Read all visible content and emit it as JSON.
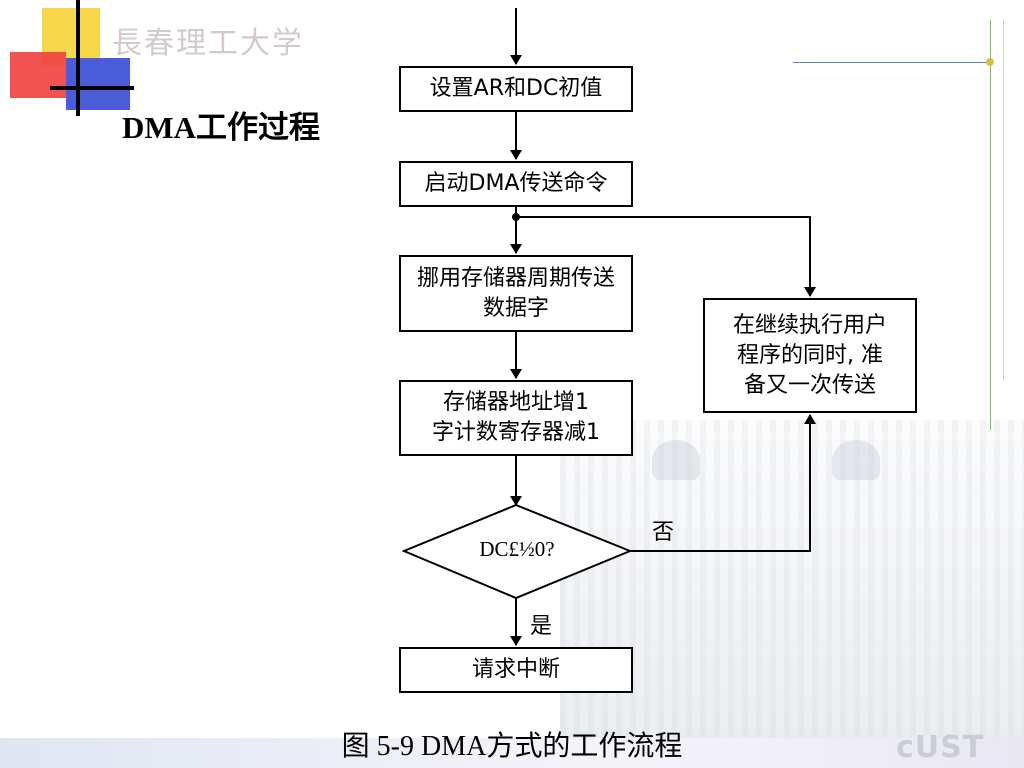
{
  "school": {
    "name": "長春理工大学"
  },
  "slide": {
    "title": "DMA工作过程"
  },
  "flowchart": {
    "steps": [
      {
        "id": "init",
        "label": "设置AR和DC初值"
      },
      {
        "id": "start",
        "label": "启动DMA传送命令"
      },
      {
        "id": "transfer",
        "label": "挪用存储器周期传送\n数据字"
      },
      {
        "id": "update",
        "label": "存储器地址增1\n字计数寄存器减1"
      },
      {
        "id": "interrupt",
        "label": "请求中断"
      },
      {
        "id": "parallel",
        "label": "在继续执行用户\n程序的同时, 准\n备又一次传送"
      }
    ],
    "decision": {
      "label": "DC£½0?",
      "no_label": "否",
      "yes_label": "是"
    },
    "caption": "图 5-9 DMA方式的工作流程"
  },
  "footer": {
    "logo": "cUST"
  },
  "colors": {
    "logo_red": "#f04040",
    "logo_yellow": "#f7d84a",
    "logo_blue": "#4a5cd8",
    "accent_line": "#5b7fb8",
    "green_line": "#7fbf5f"
  }
}
